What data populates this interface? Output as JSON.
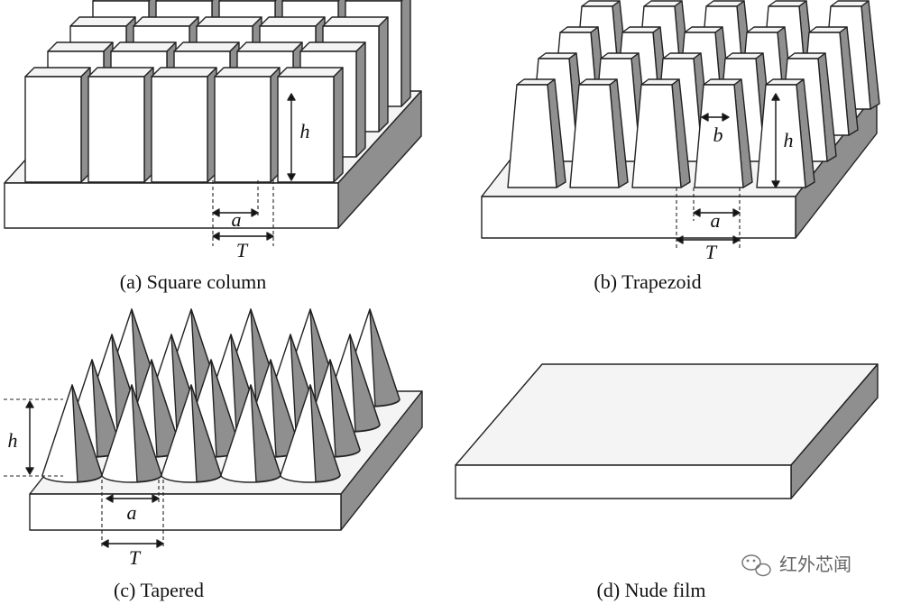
{
  "panels": [
    {
      "id": "a",
      "caption": "(a) Square column",
      "labels": {
        "h": "h",
        "a": "a",
        "T": "T"
      }
    },
    {
      "id": "b",
      "caption": "(b) Trapezoid",
      "labels": {
        "h": "h",
        "a": "a",
        "b": "b",
        "T": "T"
      }
    },
    {
      "id": "c",
      "caption": "(c) Tapered",
      "labels": {
        "h": "h",
        "a": "a",
        "T": "T"
      }
    },
    {
      "id": "d",
      "caption": "(d) Nude film",
      "labels": {}
    }
  ],
  "watermark": {
    "text": "红外芯闻",
    "icon": "wechat-icon"
  },
  "colors": {
    "front": "#ffffff",
    "side": "#8f8f8f",
    "top": "#f4f4f4",
    "edge": "#222222"
  }
}
